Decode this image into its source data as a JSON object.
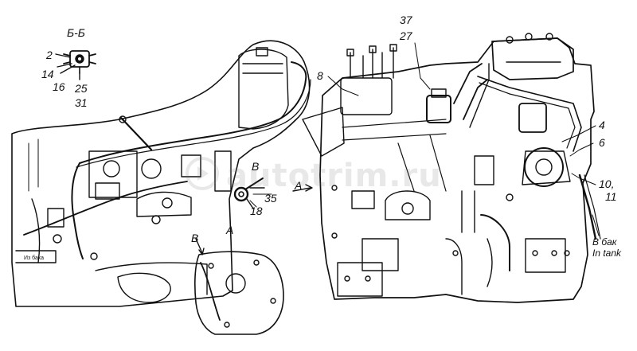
{
  "section_title": "Б-Б",
  "callouts": {
    "c2": "2",
    "c14": "14",
    "c16": "16",
    "c25": "25",
    "c31": "31",
    "c8": "8",
    "c37": "37",
    "c27": "27",
    "c4": "4",
    "c6": "6",
    "c10_11_a": "10,",
    "c10_11_b": "11",
    "c35": "35",
    "c18": "18"
  },
  "view_labels": {
    "view_b_top": "В",
    "view_b_bottom": "В",
    "view_a_detail": "А",
    "view_a_arrow": "А"
  },
  "tank_label": {
    "ru": "В бак",
    "en": "In tank"
  },
  "watermark": {
    "text": "autotrim.ru"
  },
  "colors": {
    "ink": "#111111",
    "paper": "#ffffff",
    "watermark": "#777777"
  }
}
